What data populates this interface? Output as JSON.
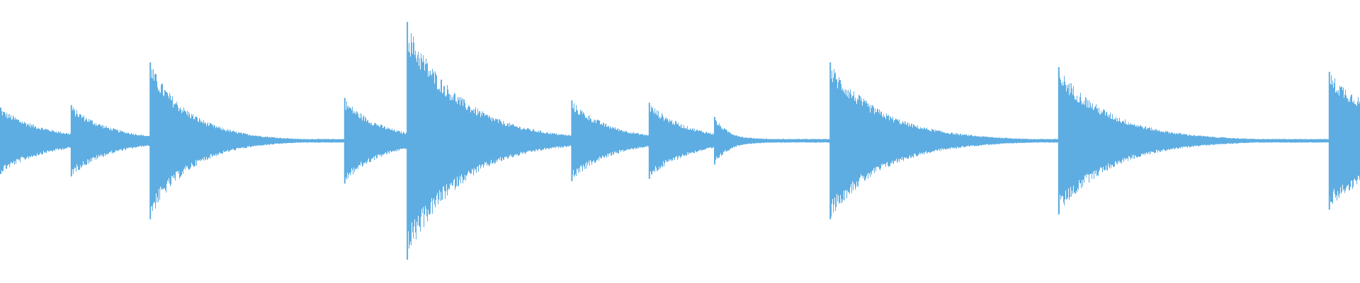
{
  "waveform": {
    "color": "#5dade2",
    "background": "#ffffff",
    "baseline_amplitude": 0.008,
    "peak_scale": 0.42,
    "onsets": [
      {
        "time": 0.0,
        "amplitude": 0.14,
        "decay": 0.035
      },
      {
        "time": 0.052,
        "amplitude": 0.15,
        "decay": 0.03
      },
      {
        "time": 0.11,
        "amplitude": 0.33,
        "decay": 0.03
      },
      {
        "time": 0.253,
        "amplitude": 0.18,
        "decay": 0.028
      },
      {
        "time": 0.299,
        "amplitude": 0.5,
        "decay": 0.04
      },
      {
        "time": 0.42,
        "amplitude": 0.17,
        "decay": 0.03
      },
      {
        "time": 0.477,
        "amplitude": 0.16,
        "decay": 0.03
      },
      {
        "time": 0.525,
        "amplitude": 0.1,
        "decay": 0.012
      },
      {
        "time": 0.61,
        "amplitude": 0.33,
        "decay": 0.04
      },
      {
        "time": 0.778,
        "amplitude": 0.31,
        "decay": 0.04
      },
      {
        "time": 0.977,
        "amplitude": 0.29,
        "decay": 0.05
      }
    ]
  }
}
